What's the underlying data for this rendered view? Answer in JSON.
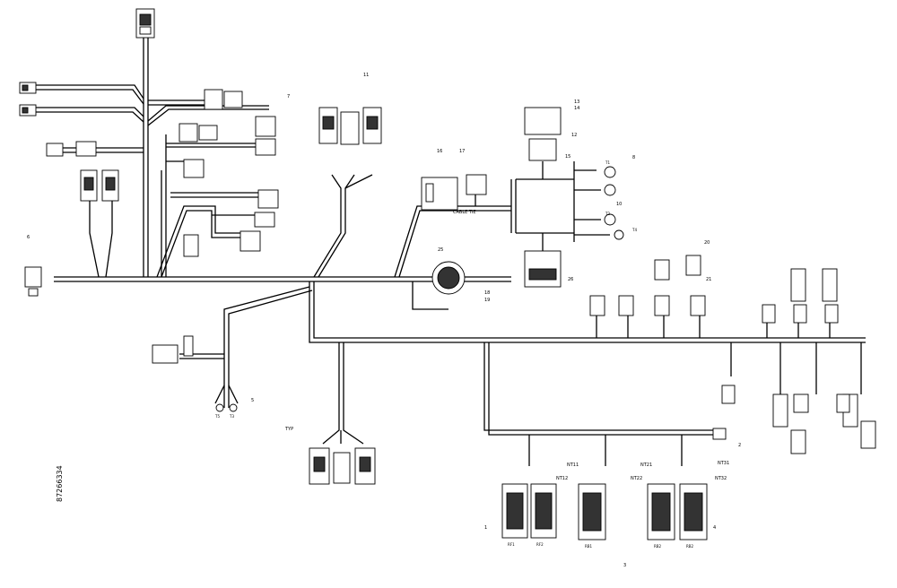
{
  "part_number": "87266334",
  "labels": {
    "cable_tie": "CABLE TIE",
    "typ": "TYP"
  },
  "callouts": {
    "c1": "1",
    "c2": "2",
    "c3": "3",
    "c4": "4",
    "c5": "5",
    "c6": "6",
    "c7": "7",
    "c8": "8",
    "c10": "10",
    "c11": "11",
    "c12": "12",
    "c13": "13",
    "c14": "14",
    "c15": "15",
    "c16": "16",
    "c17": "17",
    "c18": "18",
    "c19": "19",
    "c20": "20",
    "c21": "21",
    "c25": "25",
    "c26": "26"
  },
  "nt_labels": {
    "nt11": "NT11",
    "nt12": "NT12",
    "nt21": "NT21",
    "nt22": "NT22",
    "nt31": "NT31",
    "nt32": "NT32"
  },
  "ecu": {
    "a": "RF1",
    "b": "RF2",
    "c": "RB1",
    "d": "RB2",
    "e": "RB2"
  },
  "terminals": {
    "t1": "T1",
    "t2": "T2",
    "t3": "T3",
    "t4": "T4",
    "t5": "T5"
  }
}
